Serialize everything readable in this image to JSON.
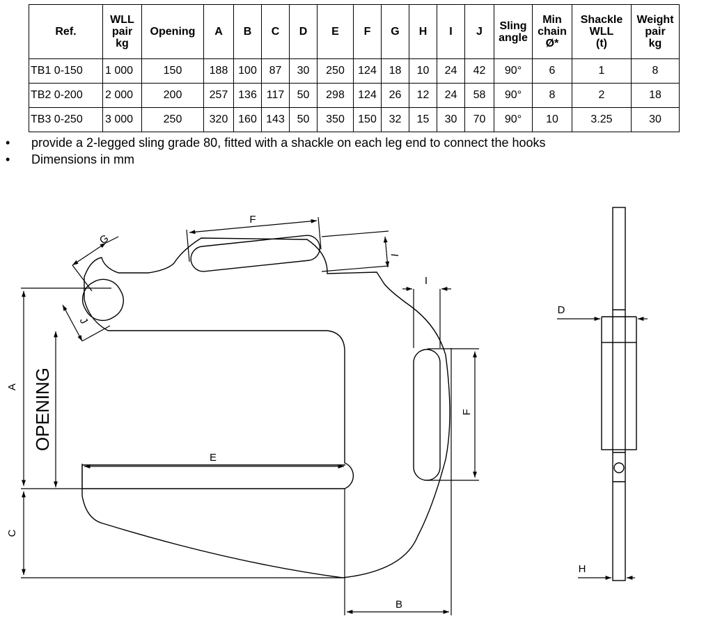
{
  "table": {
    "headers": [
      [
        "Ref."
      ],
      [
        "WLL",
        "pair",
        "kg"
      ],
      [
        "Opening"
      ],
      [
        "A"
      ],
      [
        "B"
      ],
      [
        "C"
      ],
      [
        "D"
      ],
      [
        "E"
      ],
      [
        "F"
      ],
      [
        "G"
      ],
      [
        "H"
      ],
      [
        "I"
      ],
      [
        "J"
      ],
      [
        "Sling",
        "angle"
      ],
      [
        "Min",
        "chain",
        "Ø*"
      ],
      [
        "Shackle",
        "WLL",
        "(t)"
      ],
      [
        "Weight",
        "pair",
        "kg"
      ]
    ],
    "rows": [
      [
        "TB1 0-150",
        "1 000",
        "150",
        "188",
        "100",
        "87",
        "30",
        "250",
        "124",
        "18",
        "10",
        "24",
        "42",
        "90°",
        "6",
        "1",
        "8"
      ],
      [
        "TB2 0-200",
        "2 000",
        "200",
        "257",
        "136",
        "117",
        "50",
        "298",
        "124",
        "26",
        "12",
        "24",
        "58",
        "90°",
        "8",
        "2",
        "18"
      ],
      [
        "TB3 0-250",
        "3 000",
        "250",
        "320",
        "160",
        "143",
        "50",
        "350",
        "150",
        "32",
        "15",
        "30",
        "70",
        "90°",
        "10",
        "3.25",
        "30"
      ]
    ]
  },
  "notes": [
    "provide a 2-legged sling grade 80, fitted with a shackle on each leg end to connect the hooks",
    "Dimensions in mm"
  ],
  "drawing": {
    "labels": {
      "opening": "OPENING",
      "a": "A",
      "b": "B",
      "c": "C",
      "d": "D",
      "e": "E",
      "f_top": "F",
      "f_side": "F",
      "g": "G",
      "h": "H",
      "i_top": "I",
      "i_slot": "I",
      "j": "J"
    }
  }
}
